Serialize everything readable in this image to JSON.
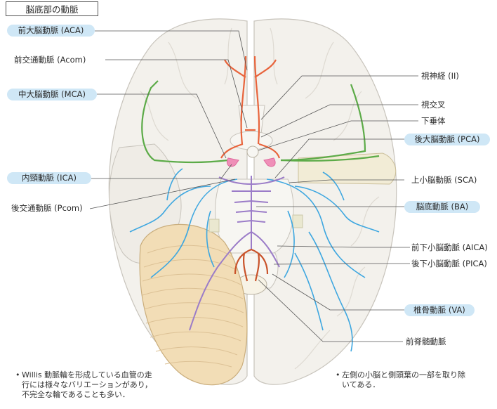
{
  "title": "脳底部の動脈",
  "labels_left": {
    "aca": "前大脳動脈 (ACA)",
    "acom": "前交通動脈 (Acom)",
    "mca": "中大脳動脈 (MCA)",
    "ica": "内頸動脈 (ICA)",
    "pcom": "後交通動脈 (Pcom)"
  },
  "labels_right": {
    "optic_nerve": "視神経 (II)",
    "chiasm": "視交叉",
    "pituitary": "下垂体",
    "pca": "後大脳動脈 (PCA)",
    "sca": "上小脳動脈 (SCA)",
    "ba": "脳底動脈 (BA)",
    "aica": "前下小脳動脈 (AICA)",
    "pica": "後下小脳動脈 (PICA)",
    "va": "椎骨動脈 (VA)",
    "asa": "前脊髄動脈"
  },
  "notes": {
    "left_line1": "Willis 動脈輪を形成している血管の走",
    "left_line2": "行には様々なバリエーションがあり，",
    "left_line3": "不完全な輪であることも多い．",
    "right_line1": "左側の小脳と側頭葉の一部を取り除",
    "right_line2": "いてある．"
  },
  "colors": {
    "aca": "#e8643c",
    "mca": "#5cab48",
    "ica": "#ef8fb8",
    "pca_branches": "#3ea7e0",
    "ba": "#9b7cc8",
    "va": "#c9532b",
    "highlight_label": "#cfe7f6",
    "brain": "#f3f1ec",
    "cerebellum": "#f2ddb6"
  }
}
